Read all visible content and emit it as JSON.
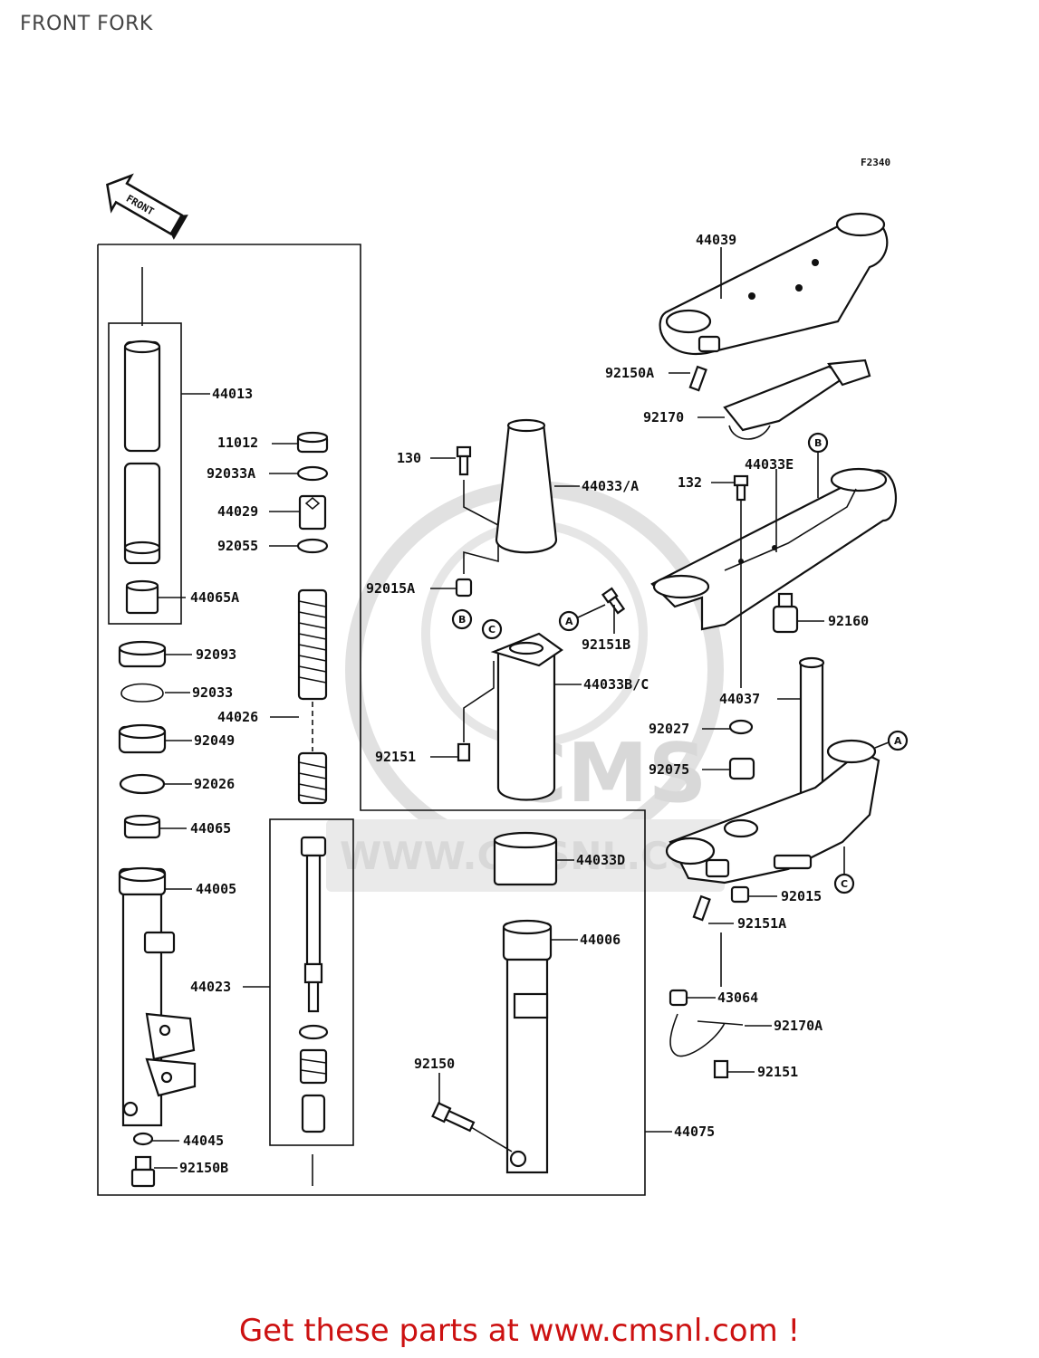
{
  "page": {
    "title": "FRONT FORK"
  },
  "diagram": {
    "code": "F2340",
    "arrow_label": "FRONT",
    "watermark": {
      "brand": "CMS",
      "url": "WWW.CMSNL.COM"
    },
    "ref_markers": {
      "a": "A",
      "b": "B",
      "c": "C"
    },
    "parts": {
      "p44039": "44039",
      "p92150A": "92150A",
      "p92170": "92170",
      "p44033E": "44033E",
      "p132": "132",
      "p92160": "92160",
      "p44037": "44037",
      "p92027": "92027",
      "p92075": "92075",
      "p92015": "92015",
      "p92151A": "92151A",
      "p43064": "43064",
      "p92170A": "92170A",
      "p92151_r": "92151",
      "p130": "130",
      "p44033A": "44033/A",
      "p92015A": "92015A",
      "p92151B": "92151B",
      "p44033BC": "44033B/C",
      "p92151_m": "92151",
      "p44033D": "44033D",
      "p44006": "44006",
      "p92150": "92150",
      "p44075": "44075",
      "p44013": "44013",
      "p11012": "11012",
      "p92033A": "92033A",
      "p44029": "44029",
      "p92055": "92055",
      "p44065A": "44065A",
      "p92093": "92093",
      "p92033": "92033",
      "p44026": "44026",
      "p92049": "92049",
      "p92026": "92026",
      "p44065": "44065",
      "p44005": "44005",
      "p44023": "44023",
      "p44045": "44045",
      "p92150B": "92150B"
    }
  },
  "footer": {
    "text": "Get these parts at www.cmsnl.com !"
  }
}
